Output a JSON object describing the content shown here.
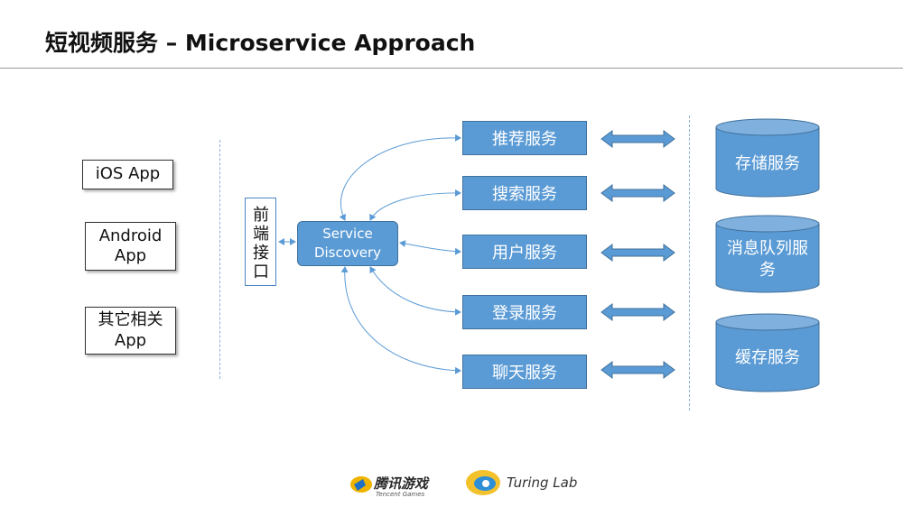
{
  "title": "短视频服务 – Microservice Approach",
  "clients": [
    {
      "label": "iOS App"
    },
    {
      "label": "Android\nApp"
    },
    {
      "label": "其它相关\nApp"
    }
  ],
  "frontend": {
    "label": "前端接口"
  },
  "service_discovery": {
    "label": "Service\nDiscovery"
  },
  "services": [
    "推荐服务",
    "搜索服务",
    "用户服务",
    "登录服务",
    "聊天服务"
  ],
  "storage": [
    "存储服务",
    "消息队列服务",
    "缓存服务"
  ],
  "footer": {
    "tencent_cn": "腾讯游戏",
    "tencent_en": "Tencent Games",
    "turing": "Turing Lab"
  },
  "colors": {
    "box_fill": "#5b9bd5",
    "box_border": "#41719c",
    "arrow": "#5b9bd5"
  }
}
